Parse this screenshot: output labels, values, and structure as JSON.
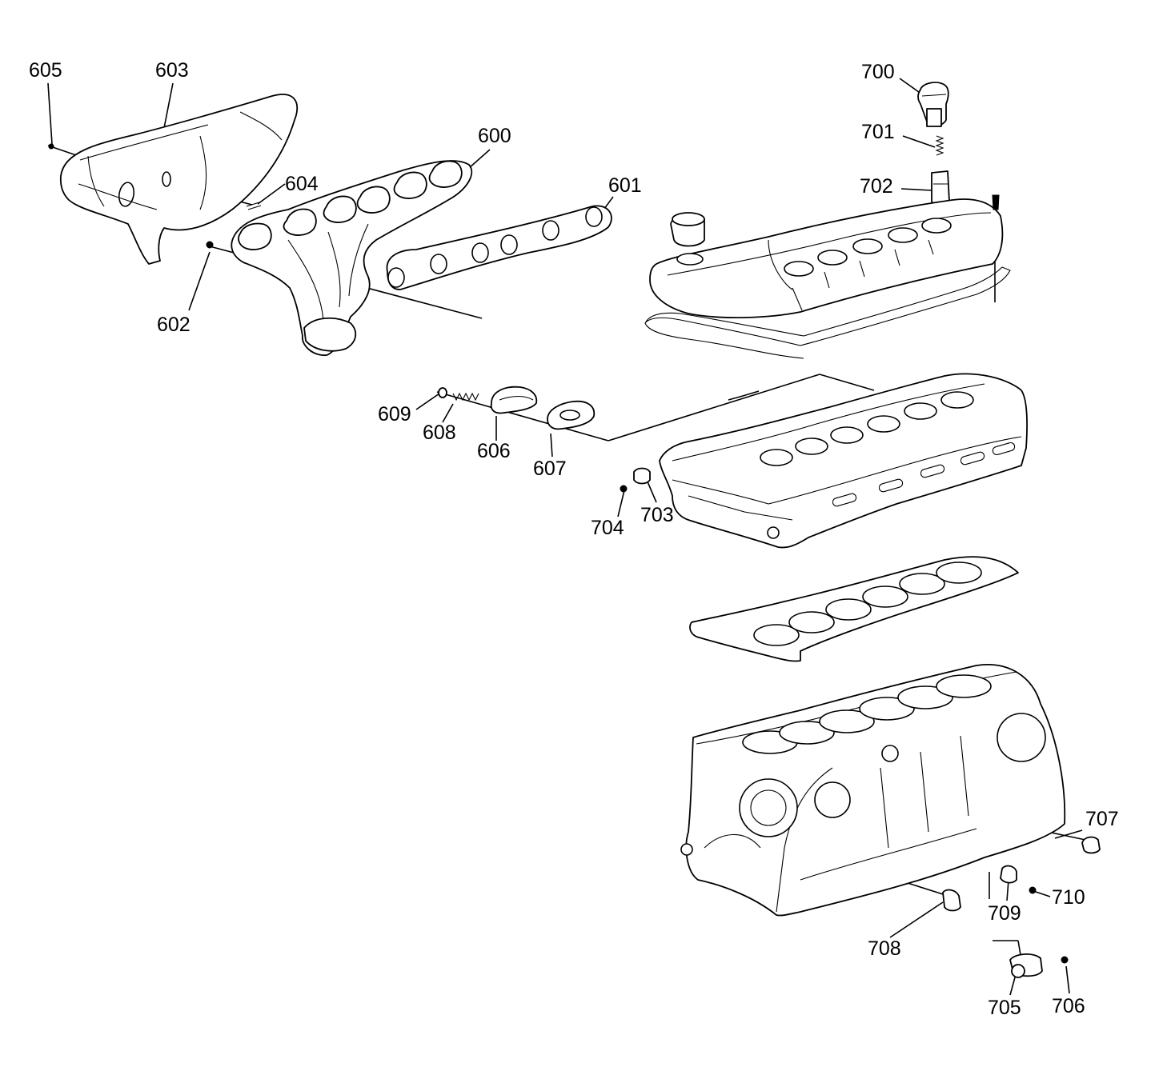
{
  "diagram": {
    "callouts": [
      {
        "id": "605",
        "label": "605"
      },
      {
        "id": "603",
        "label": "603"
      },
      {
        "id": "600",
        "label": "600"
      },
      {
        "id": "604",
        "label": "604"
      },
      {
        "id": "601",
        "label": "601"
      },
      {
        "id": "602",
        "label": "602"
      },
      {
        "id": "700",
        "label": "700"
      },
      {
        "id": "701",
        "label": "701"
      },
      {
        "id": "702",
        "label": "702"
      },
      {
        "id": "609",
        "label": "609"
      },
      {
        "id": "608",
        "label": "608"
      },
      {
        "id": "606",
        "label": "606"
      },
      {
        "id": "607",
        "label": "607"
      },
      {
        "id": "704",
        "label": "704"
      },
      {
        "id": "703",
        "label": "703"
      },
      {
        "id": "707",
        "label": "707"
      },
      {
        "id": "710",
        "label": "710"
      },
      {
        "id": "709",
        "label": "709"
      },
      {
        "id": "708",
        "label": "708"
      },
      {
        "id": "705",
        "label": "705"
      },
      {
        "id": "706",
        "label": "706"
      }
    ]
  }
}
